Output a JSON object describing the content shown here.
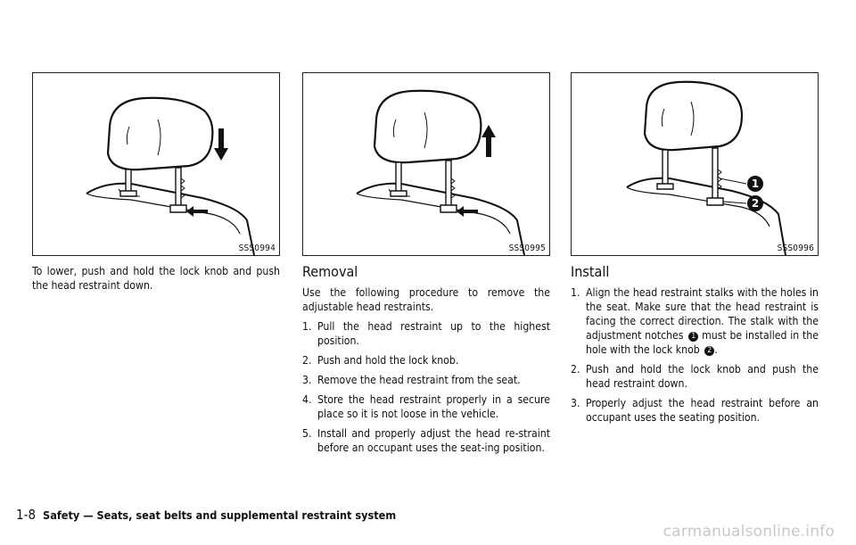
{
  "left_column": {
    "figure_code": "SSS0994",
    "text": "To lower, push and hold the lock knob and push the head restraint down."
  },
  "middle_column": {
    "figure_code": "SSS0995",
    "heading": "Removal",
    "intro": "Use the following procedure to remove the adjustable head restraints.",
    "steps": [
      {
        "num": "1.",
        "text": "Pull the head restraint up to the highest position."
      },
      {
        "num": "2.",
        "text": "Push and hold the lock knob."
      },
      {
        "num": "3.",
        "text": "Remove the head restraint from the seat."
      },
      {
        "num": "4.",
        "text": "Store the head restraint properly in a secure place so it is not loose in the vehicle."
      },
      {
        "num": "5.",
        "text": "Install and properly adjust the head re-straint before an occupant uses the seat-ing position."
      }
    ]
  },
  "right_column": {
    "figure_code": "SSS0996",
    "heading": "Install",
    "callout_1": "1",
    "callout_2": "2",
    "step1_num": "1.",
    "step1_a": "Align the head restraint stalks with the holes in the seat. Make sure that the head restraint is facing the correct direction. The stalk with the adjustment notches",
    "step1_b": "must be installed in the hole with the lock knob",
    "step1_c": ".",
    "steps": [
      {
        "num": "2.",
        "text": "Push and hold the lock knob and push the head restraint down."
      },
      {
        "num": "3.",
        "text": "Properly adjust the head restraint before an occupant uses the seating position."
      }
    ]
  },
  "footer": {
    "page": "1-8",
    "title": "Safety — Seats, seat belts and supplemental restraint system"
  },
  "watermark": "carmanualsonline.info"
}
